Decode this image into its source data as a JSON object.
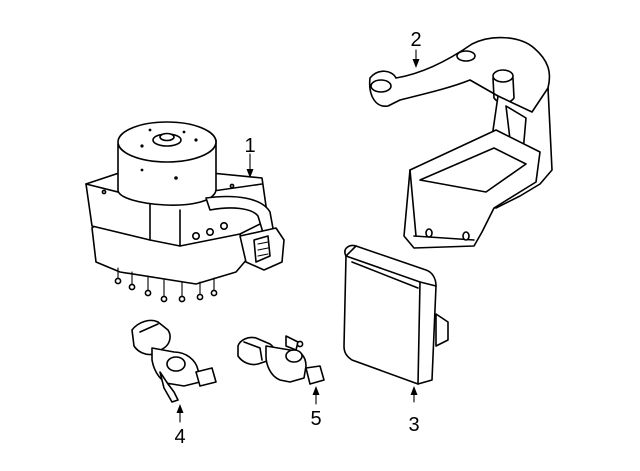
{
  "callouts": {
    "c1": "1",
    "c2": "2",
    "c3": "3",
    "c4": "4",
    "c5": "5"
  },
  "parts": {
    "p1": "abs-modulator-icon",
    "p2": "mounting-bracket-icon",
    "p3": "control-module-icon",
    "p4": "wheel-speed-sensor-icon",
    "p5": "wheel-speed-sensor-icon"
  }
}
